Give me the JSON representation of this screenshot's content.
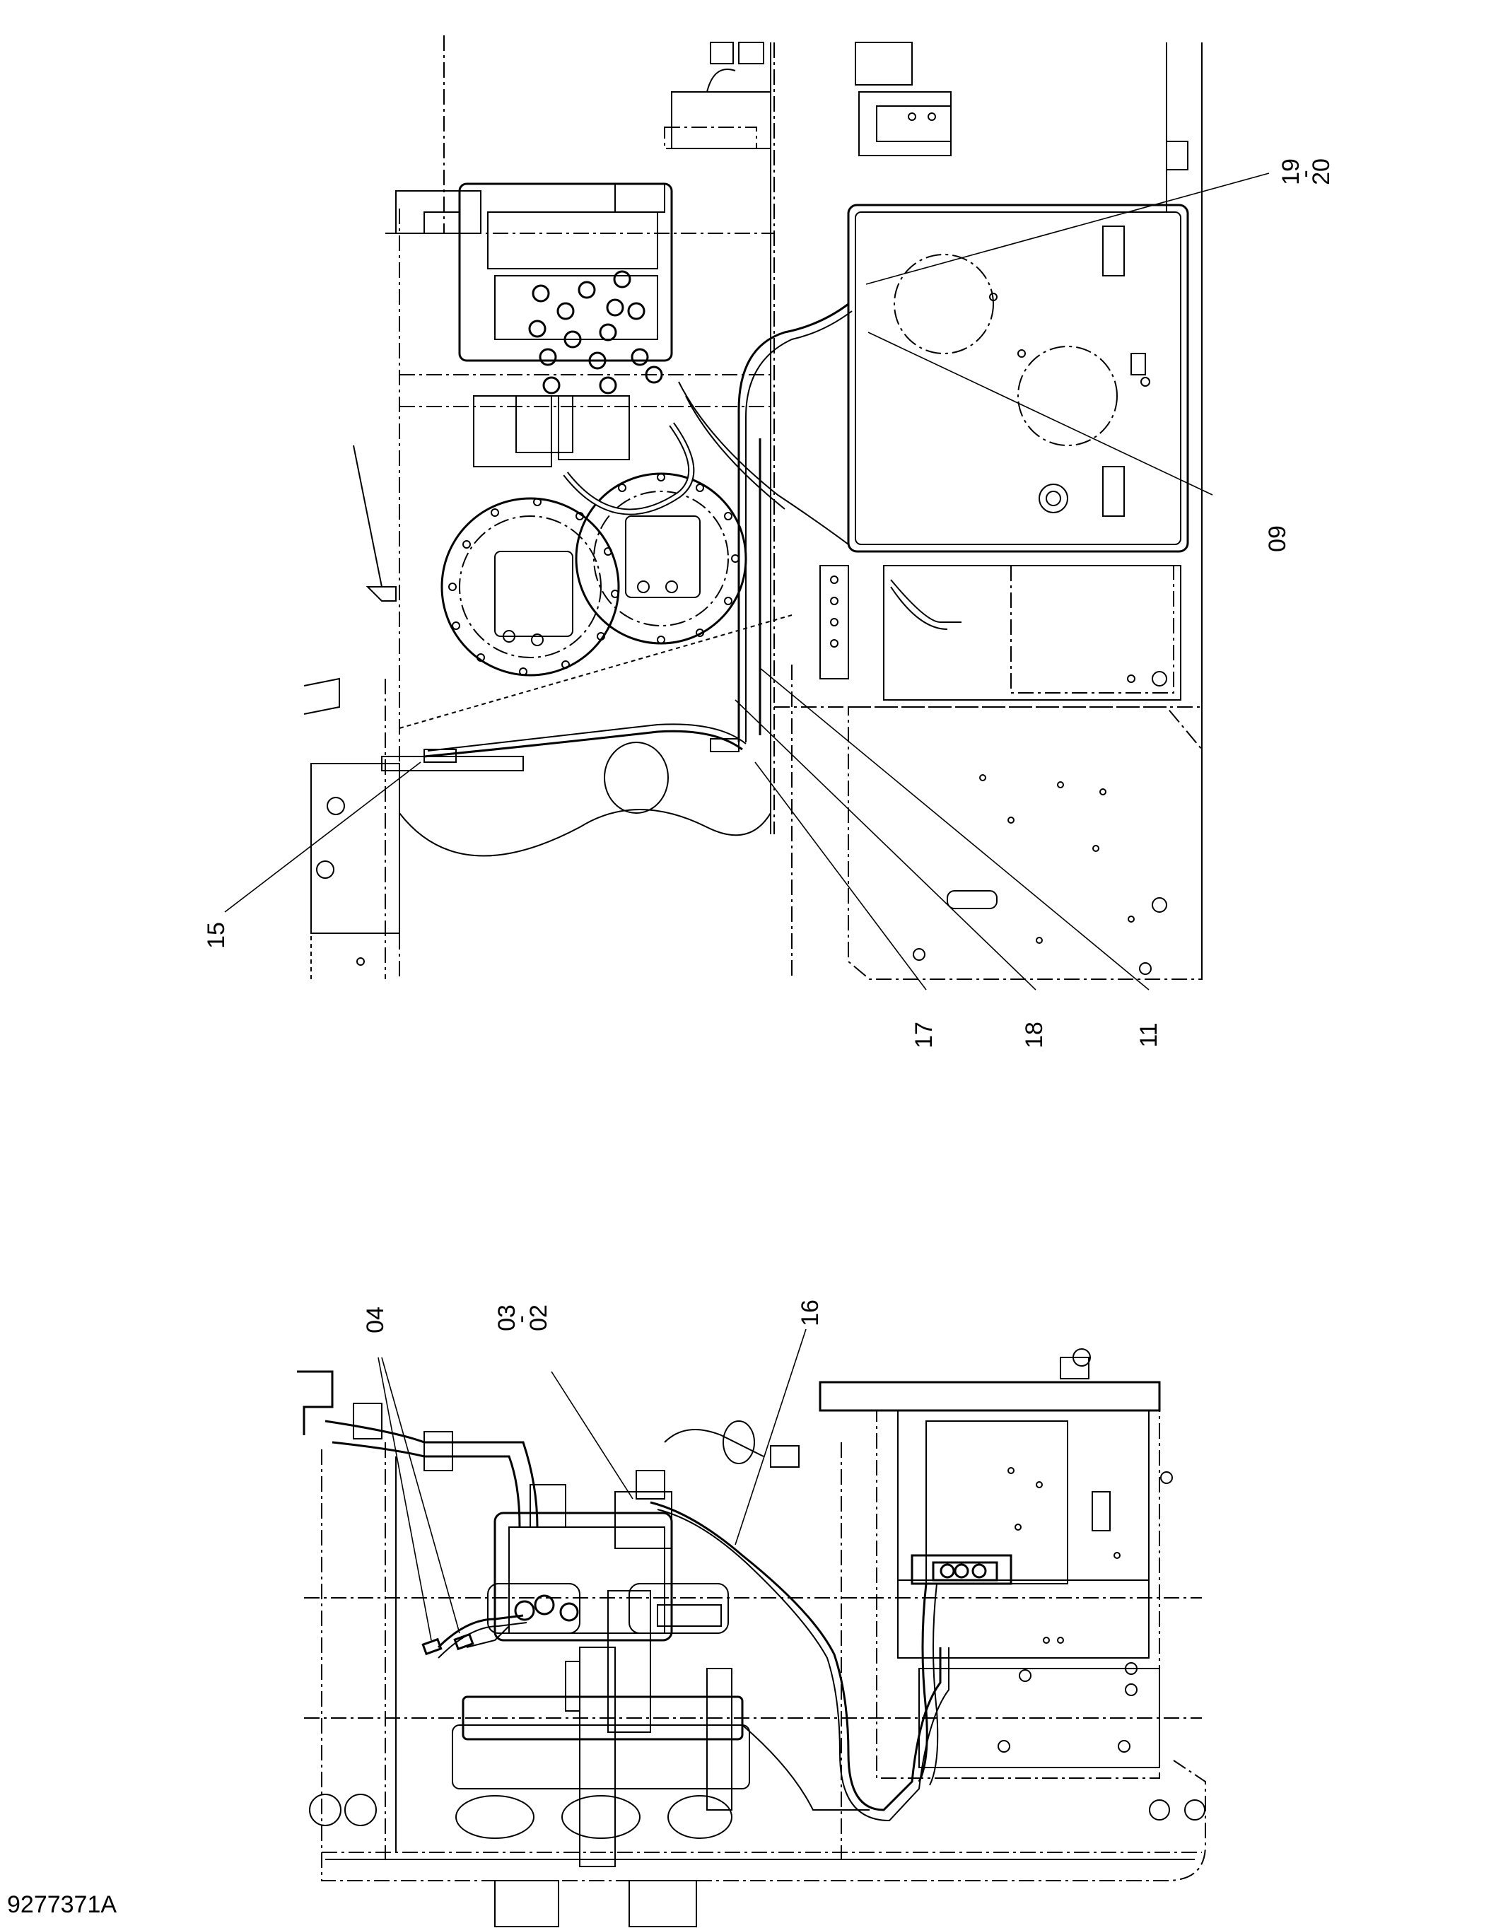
{
  "drawing_number": "9277371A",
  "upper_view": {
    "callouts": [
      {
        "id": "c-19-20",
        "top": "19",
        "sep": "-",
        "bottom": "20"
      },
      {
        "id": "c-09",
        "label": "09"
      },
      {
        "id": "c-15",
        "label": "15"
      },
      {
        "id": "c-17",
        "label": "17"
      },
      {
        "id": "c-18",
        "label": "18"
      },
      {
        "id": "c-11",
        "label": "11"
      }
    ]
  },
  "lower_view": {
    "callouts": [
      {
        "id": "c-04",
        "label": "04"
      },
      {
        "id": "c-03-02",
        "top": "03",
        "sep": "-",
        "bottom": "02"
      },
      {
        "id": "c-16",
        "label": "16"
      }
    ]
  },
  "icons": [
    "technical-line-drawing"
  ]
}
